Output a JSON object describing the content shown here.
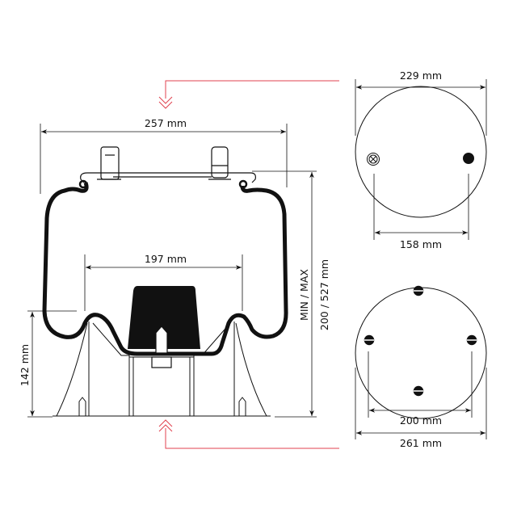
{
  "colors": {
    "line": "#111111",
    "accent": "#e0424f"
  },
  "side_view": {
    "width_label": "257 mm",
    "inner_width_label": "197 mm",
    "height_label_minmax": "MIN / MAX",
    "height_label_values": "200 / 527 mm",
    "base_height_label": "142 mm"
  },
  "top_view": {
    "diameter_label": "229 mm",
    "hole_spacing_label": "158 mm"
  },
  "bottom_view": {
    "hole_circle_label": "200 mm",
    "diameter_label": "261 mm"
  }
}
